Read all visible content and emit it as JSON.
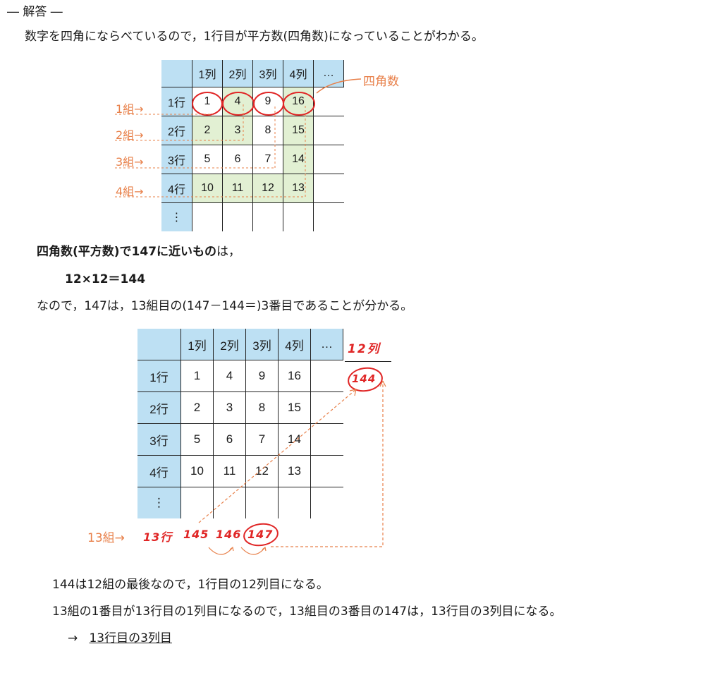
{
  "heading": "― 解答 ―",
  "intro": "数字を四角にならべているので，1行目が平方数(四角数)になっていることがわかる。",
  "table1": {
    "header": [
      "1列",
      "2列",
      "3列",
      "4列",
      "…"
    ],
    "rows": [
      {
        "label": "1行",
        "cells": [
          "1",
          "4",
          "9",
          "16"
        ]
      },
      {
        "label": "2行",
        "cells": [
          "2",
          "3",
          "8",
          "15"
        ]
      },
      {
        "label": "3行",
        "cells": [
          "5",
          "6",
          "7",
          "14"
        ]
      },
      {
        "label": "4行",
        "cells": [
          "10",
          "11",
          "12",
          "13"
        ]
      }
    ],
    "more": "⋮"
  },
  "annot1": {
    "square_label": "四角数",
    "groups": [
      "1組→",
      "2組→",
      "3組→",
      "4組→"
    ]
  },
  "p2_bold": "四角数(平方数)で147に近いもの",
  "p2_rest": "は，",
  "equation": "12×12＝144",
  "p3": "なので，147は，13組目の(147－144＝)3番目であることが分かる。",
  "table2": {
    "header": [
      "1列",
      "2列",
      "3列",
      "4列",
      "…"
    ],
    "rows": [
      {
        "label": "1行",
        "cells": [
          "1",
          "4",
          "9",
          "16"
        ]
      },
      {
        "label": "2行",
        "cells": [
          "2",
          "3",
          "8",
          "15"
        ]
      },
      {
        "label": "3行",
        "cells": [
          "5",
          "6",
          "7",
          "14"
        ]
      },
      {
        "label": "4行",
        "cells": [
          "10",
          "11",
          "12",
          "13"
        ]
      }
    ],
    "more": "⋮"
  },
  "annot2": {
    "col12": "12列",
    "v144": "144",
    "group13": "13組→",
    "row13": "13行",
    "seq": [
      "145",
      "146",
      "147"
    ]
  },
  "p4": "144は12組の最後なので，1行目の12列目になる。",
  "p5": "13組の1番目が13行目の1列目になるので，13組目の3番目の147は，13行目の3列目になる。",
  "answer_arrow": "→",
  "answer": "13行目の3列目",
  "colors": {
    "header_blue": "#bde0f3",
    "green": "#e2f0d3",
    "orange": "#e8804a",
    "red": "#e02626"
  }
}
